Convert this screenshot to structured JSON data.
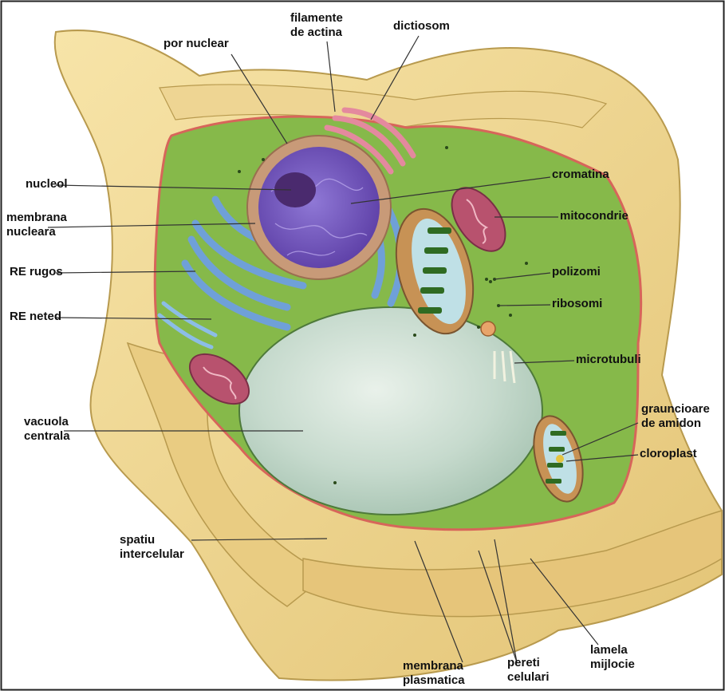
{
  "labels": {
    "filamente_de_actina": "filamente\nde actina",
    "dictiosom": "dictiosom",
    "por_nuclear": "por nuclear",
    "nucleol": "nucleol",
    "cromatina": "cromatina",
    "membrana_nucleara": "membrana\nnucleara",
    "mitocondrie": "mitocondrie",
    "re_rugos": "RE rugos",
    "polizomi": "polizomi",
    "ribosomi": "ribosomi",
    "re_neted": "RE neted",
    "microtubuli": "microtubuli",
    "graunicioare_de_amidon": "grauncioare\nde amidon",
    "vacuola_centrala": "vacuola\ncentrala",
    "cloroplast": "cloroplast",
    "spatiu_intercelular": "spatiu\nintercelular",
    "lamela_mijlocie": "lamela\nmijlocie",
    "membrana_plasmatica": "membrana\nplasmatica",
    "pereti_celulari": "pereti\ncelulari"
  },
  "colors": {
    "cell_wall": "#f3d98f",
    "cell_wall_shadow": "#d9b866",
    "cytoplasm": "#7fb542",
    "membrane_line": "#d7655a",
    "nucleus_fill": "#7a5cc4",
    "nucleus_envelope": "#c89a78",
    "nucleolus": "#4a2a6e",
    "er_blue": "#6fa0d8",
    "golgi_pink": "#e4899e",
    "mitochondria": "#b8526e",
    "vacuole": "#c9dccf",
    "chloroplast_green": "#3f8a2a",
    "leader_line": "#333333"
  }
}
